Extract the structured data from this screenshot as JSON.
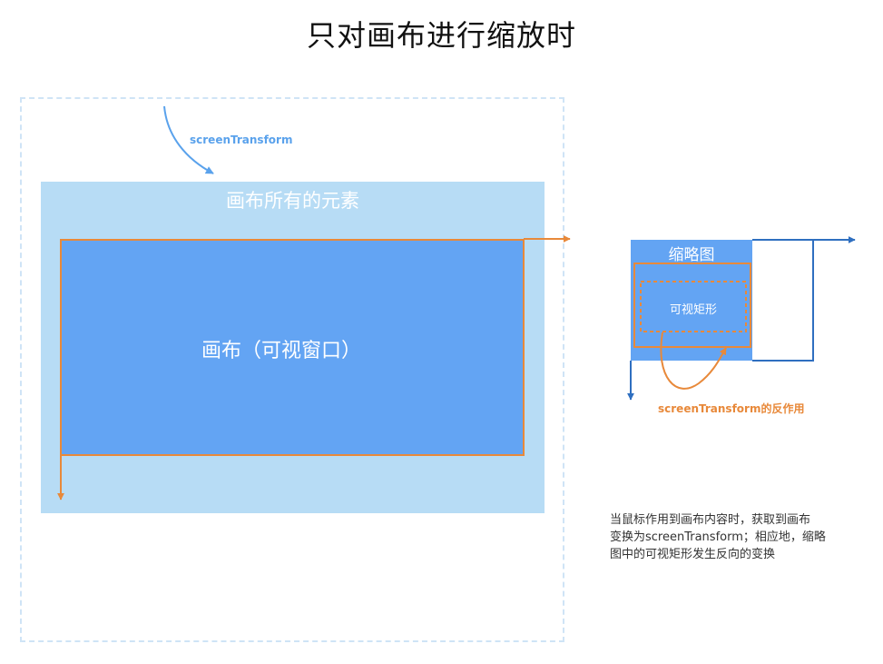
{
  "title": "只对画布进行缩放时",
  "outer": {
    "elements_label": "画布所有的元素",
    "viewport_label": "画布（可视窗口）",
    "transform_label": "screenTransform"
  },
  "minimap": {
    "title": "缩略图",
    "visible_rect_label": "可视矩形",
    "inverse_label": "screenTransform的反作用"
  },
  "description": {
    "lines": [
      "当鼠标作用到画布内容时，获取到画布",
      "变换为screenTransform；相应地，缩略",
      "图中的可视矩形发生反向的变换"
    ]
  },
  "colors": {
    "light_blue": "#b7dcf5",
    "mid_blue": "#63a4f3",
    "dark_blue": "#2f6fc0",
    "orange": "#e8893a",
    "dashed_outline": "#cfe4f6"
  }
}
